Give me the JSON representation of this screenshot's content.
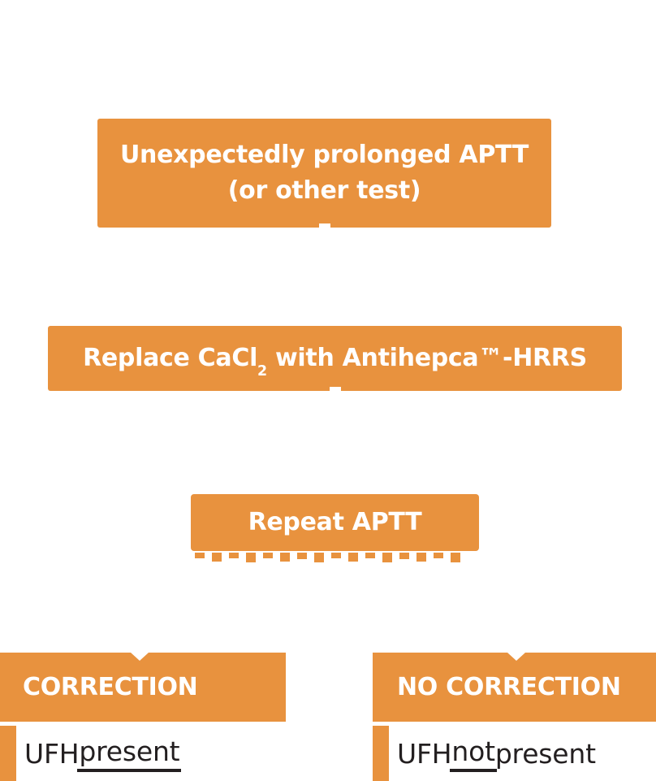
{
  "title_box": {
    "line1": "Unexpectedly prolonged APTT",
    "line2": "(or other test)"
  },
  "replace_box": {
    "text_pre_sub": "Replace CaCl",
    "subscript": "2",
    "text_post_sub": " with Antihepca™-HRRS"
  },
  "repeat_box": {
    "label": "Repeat APTT"
  },
  "outcomes": {
    "left": {
      "header": "CORRECTION",
      "result_prefix": "UFH ",
      "result_underlined": "present",
      "result_suffix": ""
    },
    "right": {
      "header": "NO CORRECTION",
      "result_prefix": "UFH ",
      "result_underlined": "not",
      "result_suffix": " present"
    }
  },
  "colors": {
    "accent_orange": "#E8923E",
    "box_text_white": "#FFFFFF",
    "result_text_dark": "#231F20"
  }
}
